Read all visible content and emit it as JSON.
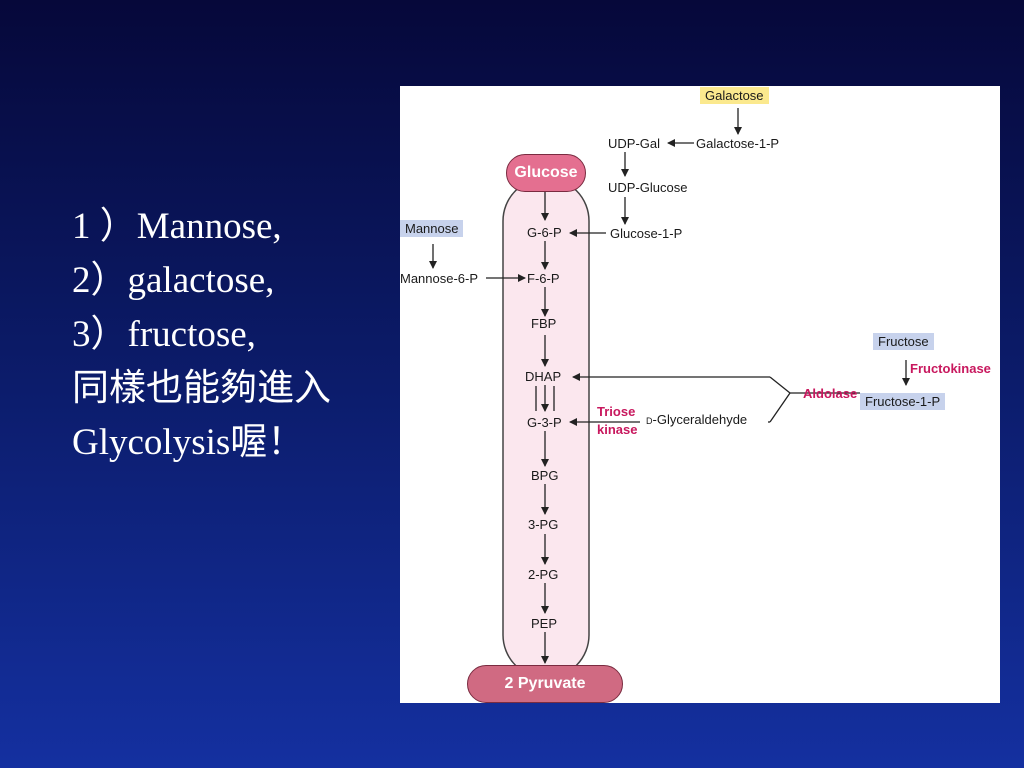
{
  "slide": {
    "lines": [
      "1 ）Mannose,",
      "2）galactose,",
      "3）fructose,",
      "同樣也能夠進入",
      "Glycolysis喔！"
    ]
  },
  "diagram": {
    "glucose": "Glucose",
    "pyruvate": "2 Pyruvate",
    "pathway": [
      "G-6-P",
      "F-6-P",
      "FBP",
      "DHAP",
      "G-3-P",
      "BPG",
      "3-PG",
      "2-PG",
      "PEP"
    ],
    "galactose_branch": {
      "galactose": "Galactose",
      "udp_gal": "UDP-Gal",
      "galactose_1p": "Galactose-1-P",
      "udp_glucose": "UDP-Glucose",
      "glucose_1p": "Glucose-1-P"
    },
    "mannose_branch": {
      "mannose": "Mannose",
      "mannose_6p": "Mannose-6-P"
    },
    "fructose_branch": {
      "fructose": "Fructose",
      "fructokinase": "Fructokinase",
      "fructose_1p": "Fructose-1-P",
      "aldolase": "Aldolase",
      "triose_kinase_1": "Triose",
      "triose_kinase_2": "kinase",
      "glyceraldehyde_prefix": "D",
      "glyceraldehyde": "-Glyceraldehyde"
    },
    "colors": {
      "glucose_fill": "#e46f90",
      "pyruvate_fill": "#d06a82",
      "column_fill": "#fbe7ee",
      "enzyme": "#c8185e",
      "galactose_box": "#fbe98e",
      "fructose_box": "#c7d2ec"
    }
  }
}
